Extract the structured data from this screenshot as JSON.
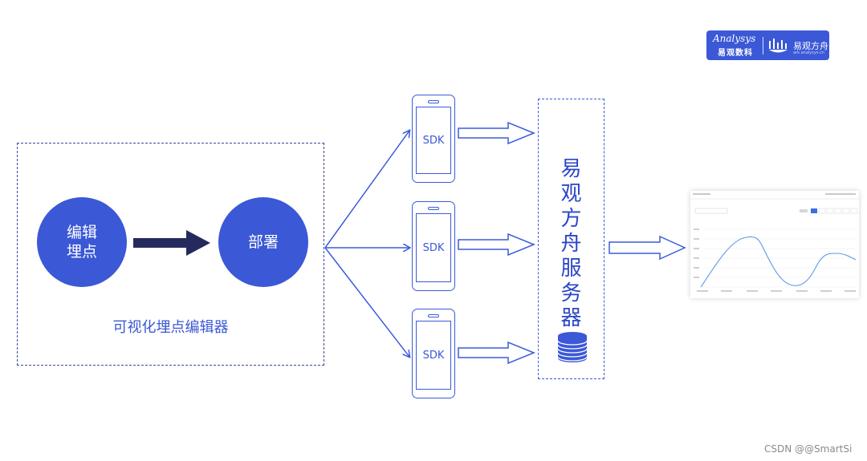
{
  "logo": {
    "brand_en": "Analysys",
    "brand_cn": "易观数科",
    "product": "易观方舟",
    "product_url": "ark.analysys.cn"
  },
  "editor": {
    "circle_edit_line1": "编辑",
    "circle_edit_line2": "埋点",
    "circle_deploy": "部署",
    "label": "可视化埋点编辑器"
  },
  "phones": [
    {
      "label": "SDK"
    },
    {
      "label": "SDK"
    },
    {
      "label": "SDK"
    }
  ],
  "server": {
    "title_chars": [
      "易",
      "观",
      "方",
      "舟",
      "服",
      "务",
      "器"
    ]
  },
  "colors": {
    "primary": "#3b58d6",
    "arrow_dark": "#252a5e",
    "line": "#3b5bdb"
  },
  "footer": "CSDN @@SmartSi"
}
